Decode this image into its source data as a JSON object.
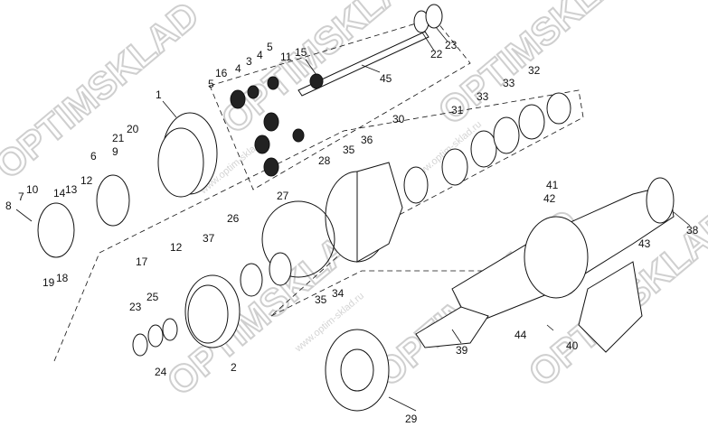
{
  "watermark": {
    "brand": "OPTIMSKLAD",
    "url": "www.optim-sklad.ru"
  },
  "labels": {
    "l22": "22",
    "l23a": "23",
    "l45": "45",
    "l15": "15",
    "l5a": "5",
    "l11": "11",
    "l4a": "4",
    "l3": "3",
    "l4b": "4",
    "l16": "16",
    "l5b": "5",
    "l1": "1",
    "l20": "20",
    "l21": "21",
    "l9": "9",
    "l6": "6",
    "l12a": "12",
    "l13": "13",
    "l14": "14",
    "l10": "10",
    "l7": "7",
    "l8": "8",
    "l17": "17",
    "l12b": "12",
    "l37": "37",
    "l18": "18",
    "l19": "19",
    "l35a": "35",
    "l36": "36",
    "l28": "28",
    "l30": "30",
    "l31": "31",
    "l33a": "33",
    "l33b": "33",
    "l32": "32",
    "l27": "27",
    "l26": "26",
    "l41": "41",
    "l42": "42",
    "l38": "38",
    "l43": "43",
    "l23b": "23",
    "l25": "25",
    "l2": "2",
    "l24": "24",
    "l34": "34",
    "l35b": "35",
    "l39": "39",
    "l44": "44",
    "l40": "40",
    "l29": "29"
  }
}
